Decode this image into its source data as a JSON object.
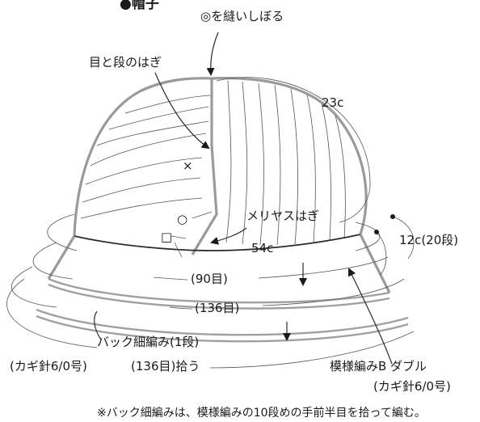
{
  "title": "●帽子",
  "labels": {
    "gather": "◎を縫いしぼる",
    "seam_rows": "目と段のはぎ",
    "crown_height": "23c",
    "stockinette_seam": "メリヤスはぎ",
    "band_height": "12c(20段)",
    "circumference": "54c",
    "stitches_90": "(90目)",
    "stitches_136": "(136目)",
    "back_crochet": "バック細編み(1段)",
    "hook_left": "(カギ針6/0号)",
    "pickup": "(136目)拾う",
    "pattern_b": "模様編みB ダブル",
    "hook_right": "(カギ針6/0号)",
    "note": "※バック細編みは、模様編みの10段めの手前半目を拾って編む。"
  },
  "symbols": {
    "cross": "×",
    "circle": "○",
    "square": "□"
  }
}
